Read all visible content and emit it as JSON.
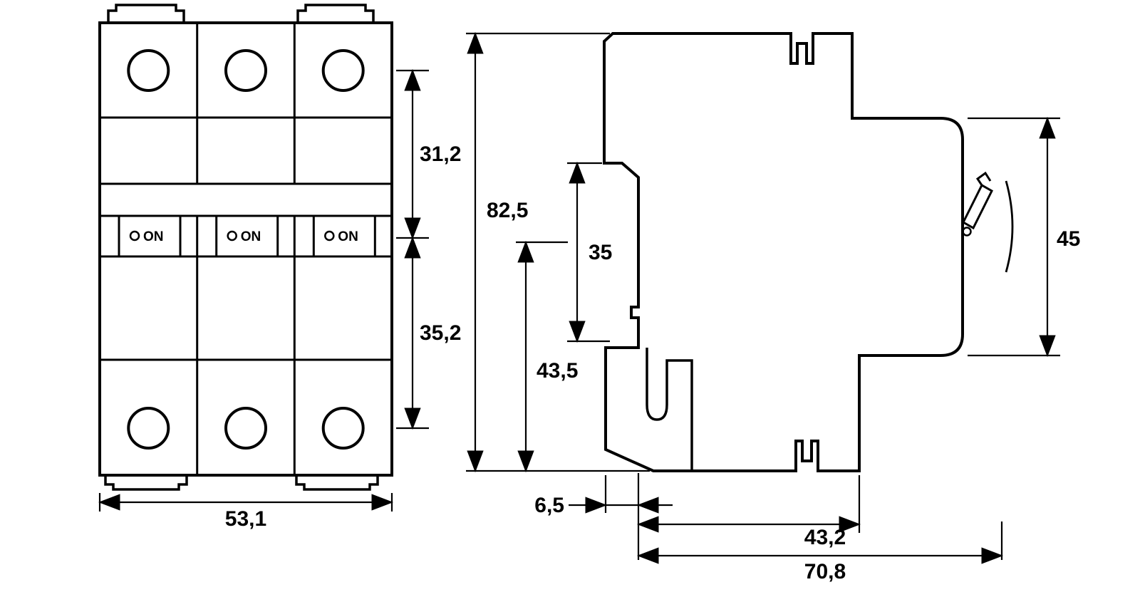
{
  "drawing": {
    "front_view": {
      "pole_indicator_label": "ON"
    },
    "dimensions": {
      "front_upper_pitch": "31,2",
      "front_lower_pitch": "35,2",
      "front_width": "53,1",
      "side_height": "82,5",
      "side_rear_recess_height": "35",
      "side_lower_height": "43,5",
      "side_front_height": "45",
      "side_rear_offset": "6,5",
      "side_body_depth": "43,2",
      "side_overall_depth": "70,8"
    },
    "colors": {
      "line": "#000000",
      "background": "#ffffff"
    }
  }
}
